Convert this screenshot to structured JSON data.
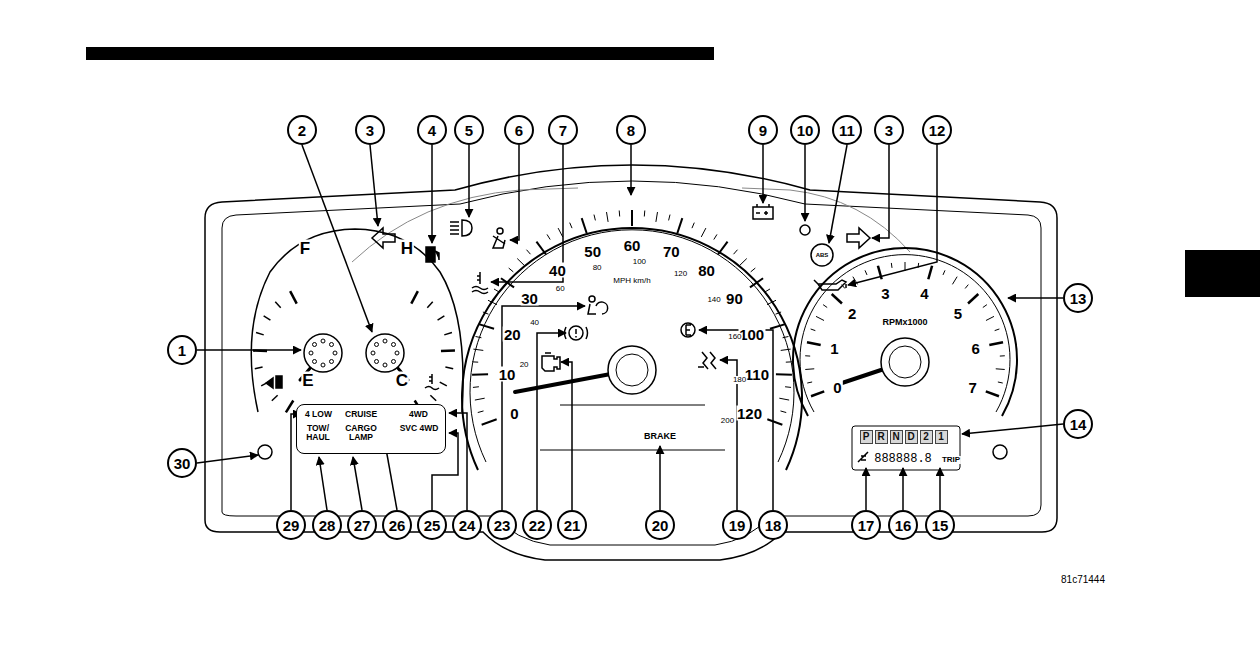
{
  "diagram": {
    "nodes": [
      {
        "text": [
          "2"
        ]
      },
      {
        "text": [
          "3"
        ]
      },
      {
        "text": [
          "4"
        ]
      },
      {
        "text": [
          "5"
        ]
      },
      {
        "text": [
          "6"
        ]
      },
      {
        "text": [
          "7"
        ]
      },
      {
        "text": [
          "8"
        ]
      },
      {
        "text": [
          "9"
        ]
      },
      {
        "text": [
          "10"
        ]
      },
      {
        "text": [
          "11"
        ]
      },
      {
        "text": [
          "3"
        ]
      },
      {
        "text": [
          "12"
        ]
      },
      {
        "text": [
          "13"
        ]
      },
      {
        "text": [
          "1"
        ]
      },
      {
        "text": [
          "14"
        ]
      },
      {
        "text": [
          "30"
        ]
      },
      {
        "text": [
          "29"
        ]
      },
      {
        "text": [
          "28"
        ]
      },
      {
        "text": [
          "27"
        ]
      },
      {
        "text": [
          "26"
        ]
      },
      {
        "text": [
          "25"
        ]
      },
      {
        "text": [
          "24"
        ]
      },
      {
        "text": [
          "23"
        ]
      },
      {
        "text": [
          "22"
        ]
      },
      {
        "text": [
          "21"
        ]
      },
      {
        "text": [
          "20"
        ]
      },
      {
        "text": [
          "19"
        ]
      },
      {
        "text": [
          "18"
        ]
      },
      {
        "text": [
          "17"
        ]
      },
      {
        "text": [
          "16"
        ]
      },
      {
        "text": [
          "15"
        ]
      },
      {
        "text": [
          "4 LOW",
          "CRUISE",
          "4WD",
          "TOW/ HAUL",
          "CARGO LAMP",
          "SVC 4WD"
        ]
      },
      {
        "text": [
          "P"
        ]
      },
      {
        "text": [
          "R"
        ]
      },
      {
        "text": [
          "N"
        ]
      },
      {
        "text": [
          "D"
        ]
      },
      {
        "text": [
          "2"
        ]
      },
      {
        "text": [
          "1"
        ]
      }
    ],
    "labels": [
      "0",
      "10",
      "20",
      "30",
      "40",
      "50",
      "60",
      "70",
      "80",
      "90",
      "100",
      "110",
      "120",
      "20",
      "40",
      "60",
      "80",
      "100",
      "120",
      "140",
      "160",
      "180",
      "200",
      "MPH km/h",
      "0",
      "1",
      "2",
      "3",
      "4",
      "5",
      "6",
      "7",
      "RPMx1000",
      "F",
      "E",
      "H",
      "C",
      "BRAKE",
      "888888.8",
      "TRIP",
      "81c71444",
      "ABS"
    ]
  }
}
